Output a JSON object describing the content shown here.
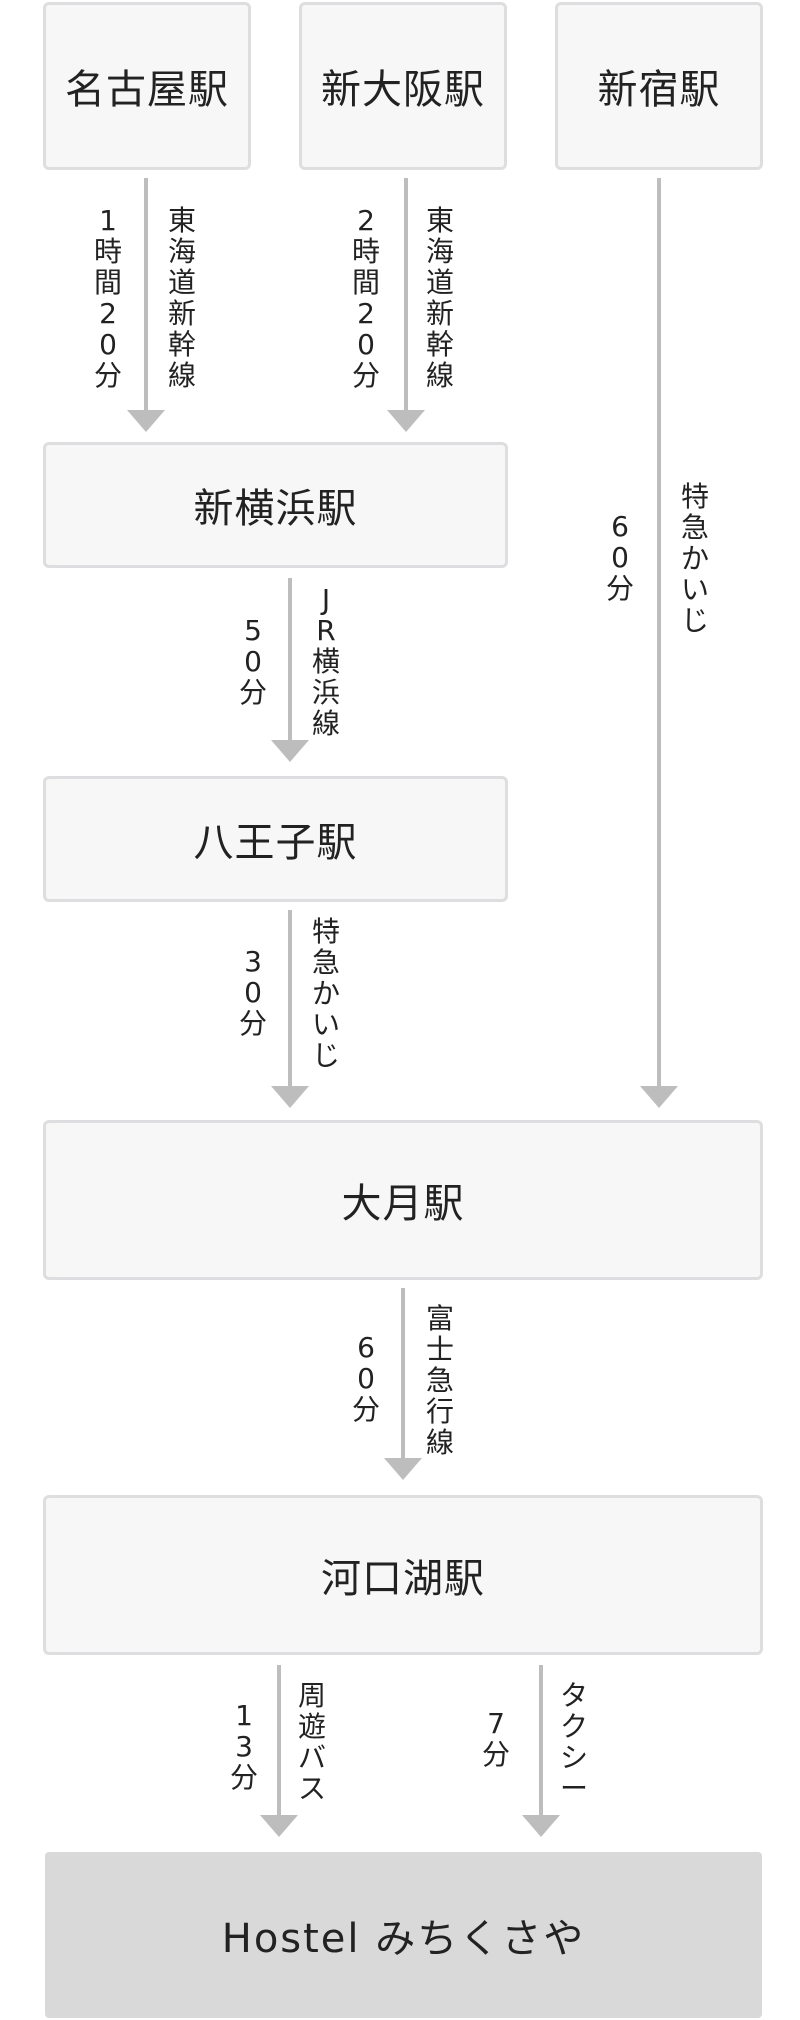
{
  "stations": {
    "nagoya": "名古屋駅",
    "shin_osaka": "新大阪駅",
    "shinjuku": "新宿駅",
    "shin_yokohama": "新横浜駅",
    "hachioji": "八王子駅",
    "otsuki": "大月駅",
    "kawaguchiko": "河口湖駅",
    "destination": "Hostel みちくさや"
  },
  "routes": {
    "nagoya_time": "1時間20分",
    "nagoya_line": "東海道新幹線",
    "osaka_time": "2時間20分",
    "osaka_line": "東海道新幹線",
    "shinjuku_time": "60分",
    "shinjuku_line": "特急かいじ",
    "yokohama_time": "50分",
    "yokohama_line": "JR横浜線",
    "hachioji_time": "30分",
    "hachioji_line": "特急かいじ",
    "otsuki_time": "60分",
    "otsuki_line": "富士急行線",
    "bus_time": "13分",
    "bus_line": "周遊バス",
    "taxi_time": "7分",
    "taxi_line": "タクシー"
  }
}
